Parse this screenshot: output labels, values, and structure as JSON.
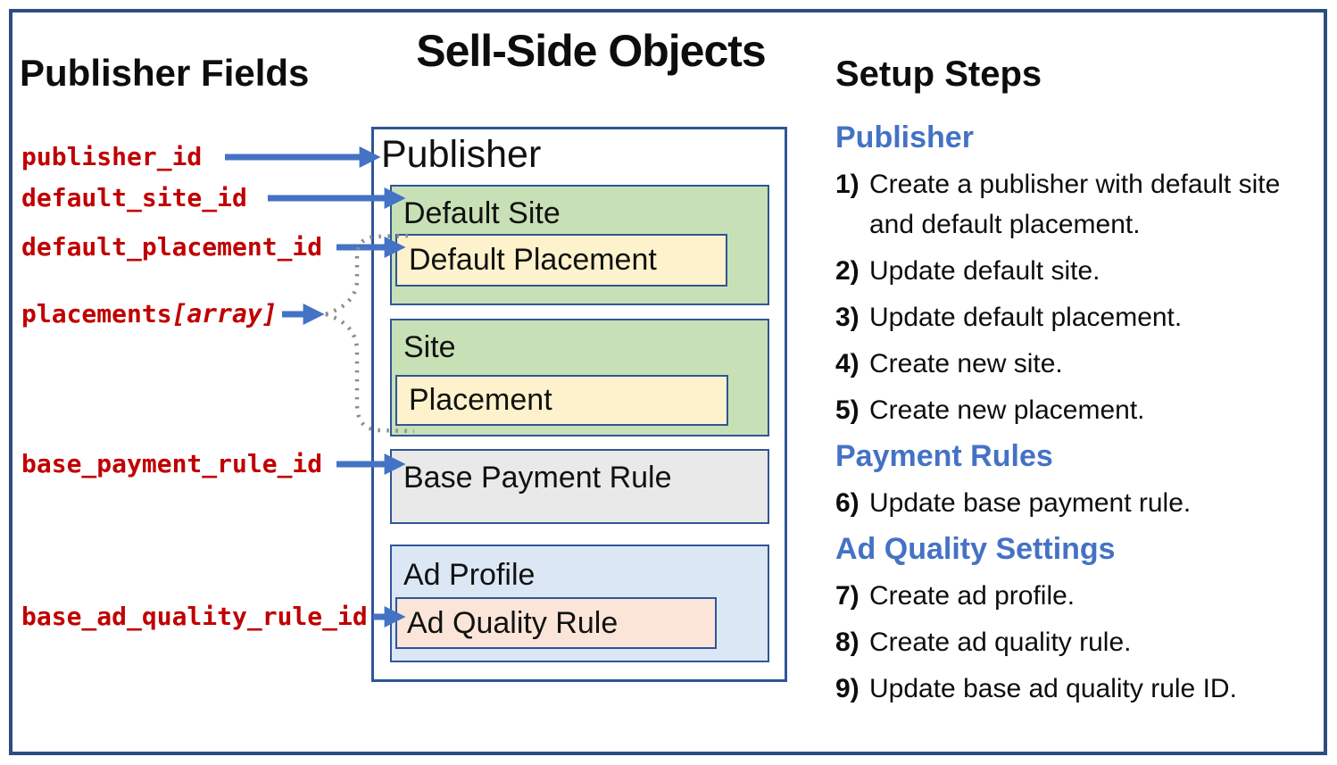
{
  "page": {
    "main_title": "Sell-Side Objects",
    "left_title": "Publisher Fields"
  },
  "fields": [
    {
      "name": "publisher_id",
      "suffix": ""
    },
    {
      "name": "default_site_id",
      "suffix": ""
    },
    {
      "name": "default_placement_id",
      "suffix": ""
    },
    {
      "name": "placements",
      "suffix": "[array]"
    },
    {
      "name": "base_payment_rule_id",
      "suffix": ""
    },
    {
      "name": "base_ad_quality_rule_id",
      "suffix": ""
    }
  ],
  "diagram": {
    "root_label": "Publisher",
    "default_site_label": "Default Site",
    "default_placement_label": "Default Placement",
    "site_label": "Site",
    "placement_label": "Placement",
    "base_payment_rule_label": "Base Payment Rule",
    "ad_profile_label": "Ad Profile",
    "ad_quality_rule_label": "Ad Quality Rule"
  },
  "setup": {
    "title": "Setup Steps",
    "sections": [
      {
        "heading": "Publisher",
        "steps": [
          {
            "num": "1)",
            "text": "Create a publisher with default site and default placement."
          },
          {
            "num": "2)",
            "text": "Update default site."
          },
          {
            "num": "3)",
            "text": "Update default placement."
          },
          {
            "num": "4)",
            "text": "Create new site."
          },
          {
            "num": "5)",
            "text": "Create new placement."
          }
        ]
      },
      {
        "heading": "Payment Rules",
        "steps": [
          {
            "num": "6)",
            "text": "Update base payment rule."
          }
        ]
      },
      {
        "heading": "Ad Quality Settings",
        "steps": [
          {
            "num": "7)",
            "text": "Create ad profile."
          },
          {
            "num": "8)",
            "text": "Create ad quality rule."
          },
          {
            "num": "9)",
            "text": "Update base ad quality rule ID."
          }
        ]
      }
    ]
  },
  "colors": {
    "accent_blue": "#4472c4",
    "heading_blue": "#4472c4",
    "dark_red": "#c00000",
    "border_blue": "#2f5597",
    "frame_blue": "#2d4d80",
    "green": "#c8e0b6",
    "yellow": "#fdf2cc",
    "gray": "#e9e9e9",
    "light_blue": "#dbe7f4",
    "peach": "#fbe5d8",
    "connector_gray": "#8c8c8c"
  }
}
